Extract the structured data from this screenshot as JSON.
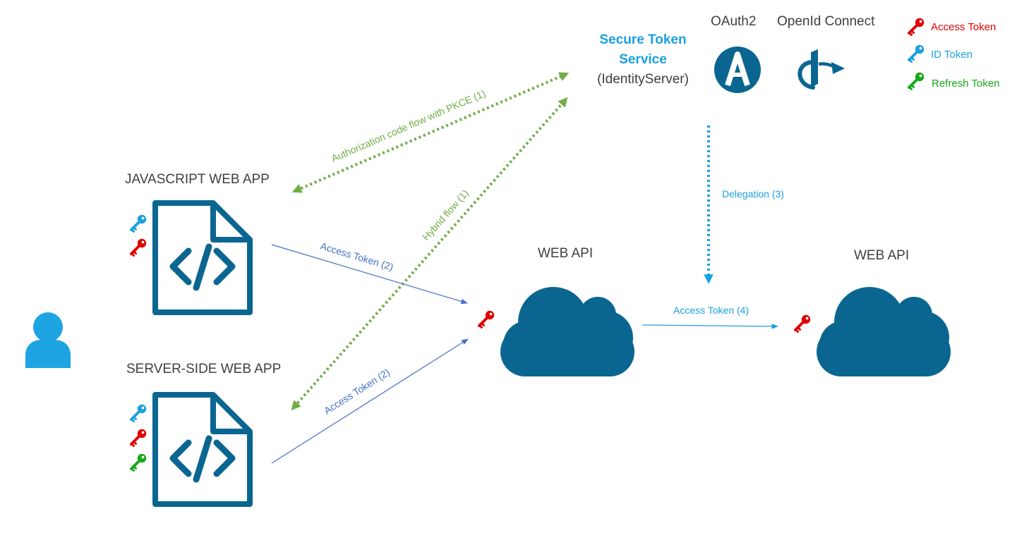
{
  "colors": {
    "primary": "#0a6690",
    "person": "#1fa4e3",
    "access_token": "#e00000",
    "id_token": "#1aa0e0",
    "refresh_token": "#17a81a",
    "auth_flow": "#70ad47",
    "blue_flow": "#4472c4",
    "delegation": "#1aa0e0",
    "text": "#404040"
  },
  "sts": {
    "title_line1": "Secure Token",
    "title_line2": "Service",
    "subtitle": "(IdentityServer)"
  },
  "protocols": {
    "oauth": "OAuth2",
    "openid": "OpenId Connect"
  },
  "legend": {
    "access": "Access Token",
    "id": "ID Token",
    "refresh": "Refresh Token"
  },
  "apps": {
    "js": "JAVASCRIPT WEB APP",
    "server": "SERVER-SIDE WEB APP"
  },
  "apis": {
    "api1": "WEB API",
    "api2": "WEB API"
  },
  "flows": {
    "auth_code": "Authorization code flow with PKCE (1)",
    "hybrid": "Hybrid flow (1)",
    "access_js": "Access Token (2)",
    "access_server": "Access Token (2)",
    "delegation": "Delegation (3)",
    "access_api": "Access Token (4)"
  }
}
